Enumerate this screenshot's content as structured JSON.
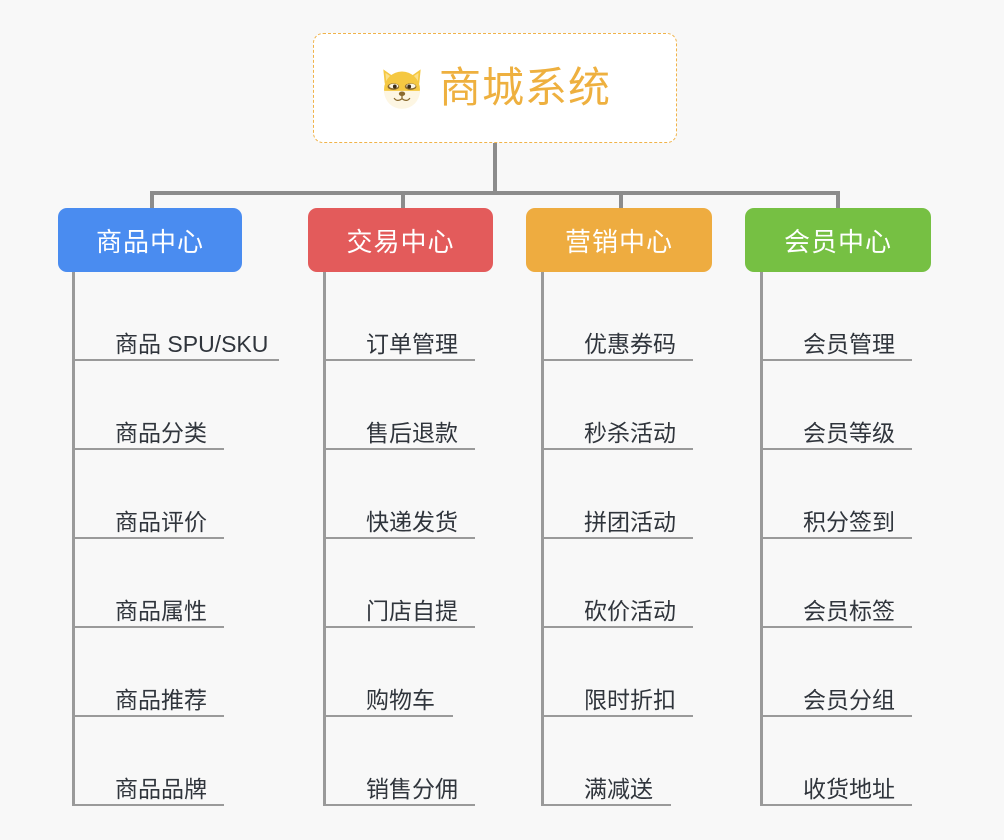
{
  "canvas": {
    "background": "#f8f8f8",
    "line_color": "#8c8c8c"
  },
  "root": {
    "label": "商城系统",
    "icon": "shiba-dog-face-icon",
    "text_color": "#eeb03f",
    "border_color": "#f0b34a",
    "background": "#ffffff"
  },
  "branches": [
    {
      "label": "商品中心",
      "color": "#4a8cf0",
      "items": [
        "商品 SPU/SKU",
        "商品分类",
        "商品评价",
        "商品属性",
        "商品推荐",
        "商品品牌"
      ]
    },
    {
      "label": "交易中心",
      "color": "#e35b5b",
      "items": [
        "订单管理",
        "售后退款",
        "快递发货",
        "门店自提",
        "购物车",
        "销售分佣"
      ]
    },
    {
      "label": "营销中心",
      "color": "#eeac40",
      "items": [
        "优惠券码",
        "秒杀活动",
        "拼团活动",
        "砍价活动",
        "限时折扣",
        "满减送"
      ]
    },
    {
      "label": "会员中心",
      "color": "#76c043",
      "items": [
        "会员管理",
        "会员等级",
        "积分签到",
        "会员标签",
        "会员分组",
        "收货地址"
      ]
    }
  ]
}
